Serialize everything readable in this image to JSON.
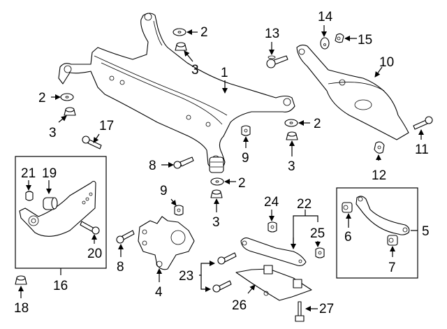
{
  "diagram": {
    "title": "Rear Suspension Crossmember & Control Arms",
    "colors": {
      "line": "#000000",
      "background": "#ffffff"
    },
    "callouts": [
      {
        "id": "c1",
        "label": "1",
        "part": "crossmember"
      },
      {
        "id": "c2a",
        "label": "2",
        "part": "washer"
      },
      {
        "id": "c2b",
        "label": "2",
        "part": "washer"
      },
      {
        "id": "c2c",
        "label": "2",
        "part": "washer"
      },
      {
        "id": "c2d",
        "label": "2",
        "part": "washer"
      },
      {
        "id": "c3a",
        "label": "3",
        "part": "nut"
      },
      {
        "id": "c3b",
        "label": "3",
        "part": "nut"
      },
      {
        "id": "c3c",
        "label": "3",
        "part": "nut"
      },
      {
        "id": "c3d",
        "label": "3",
        "part": "nut"
      },
      {
        "id": "c4",
        "label": "4",
        "part": "knuckle"
      },
      {
        "id": "c5",
        "label": "5",
        "part": "upper-control-arm-assembly"
      },
      {
        "id": "c6",
        "label": "6",
        "part": "bushing"
      },
      {
        "id": "c7",
        "label": "7",
        "part": "bushing"
      },
      {
        "id": "c8a",
        "label": "8",
        "part": "bolt"
      },
      {
        "id": "c8b",
        "label": "8",
        "part": "bolt"
      },
      {
        "id": "c9a",
        "label": "9",
        "part": "nut"
      },
      {
        "id": "c9b",
        "label": "9",
        "part": "nut"
      },
      {
        "id": "c10",
        "label": "10",
        "part": "lower-control-arm"
      },
      {
        "id": "c11",
        "label": "11",
        "part": "bolt"
      },
      {
        "id": "c12",
        "label": "12",
        "part": "nut"
      },
      {
        "id": "c13",
        "label": "13",
        "part": "cam-bolt"
      },
      {
        "id": "c14",
        "label": "14",
        "part": "washer"
      },
      {
        "id": "c15",
        "label": "15",
        "part": "nut"
      },
      {
        "id": "c16",
        "label": "16",
        "part": "trailing-arm-assembly"
      },
      {
        "id": "c17",
        "label": "17",
        "part": "bolt"
      },
      {
        "id": "c18",
        "label": "18",
        "part": "nut"
      },
      {
        "id": "c19",
        "label": "19",
        "part": "bushing"
      },
      {
        "id": "c20",
        "label": "20",
        "part": "bolt"
      },
      {
        "id": "c21",
        "label": "21",
        "part": "nut"
      },
      {
        "id": "c22",
        "label": "22",
        "part": "lateral-link"
      },
      {
        "id": "c23",
        "label": "23",
        "part": "bolts"
      },
      {
        "id": "c24",
        "label": "24",
        "part": "nut"
      },
      {
        "id": "c25",
        "label": "25",
        "part": "nut"
      },
      {
        "id": "c26",
        "label": "26",
        "part": "shield"
      },
      {
        "id": "c27",
        "label": "27",
        "part": "bolt"
      }
    ]
  }
}
